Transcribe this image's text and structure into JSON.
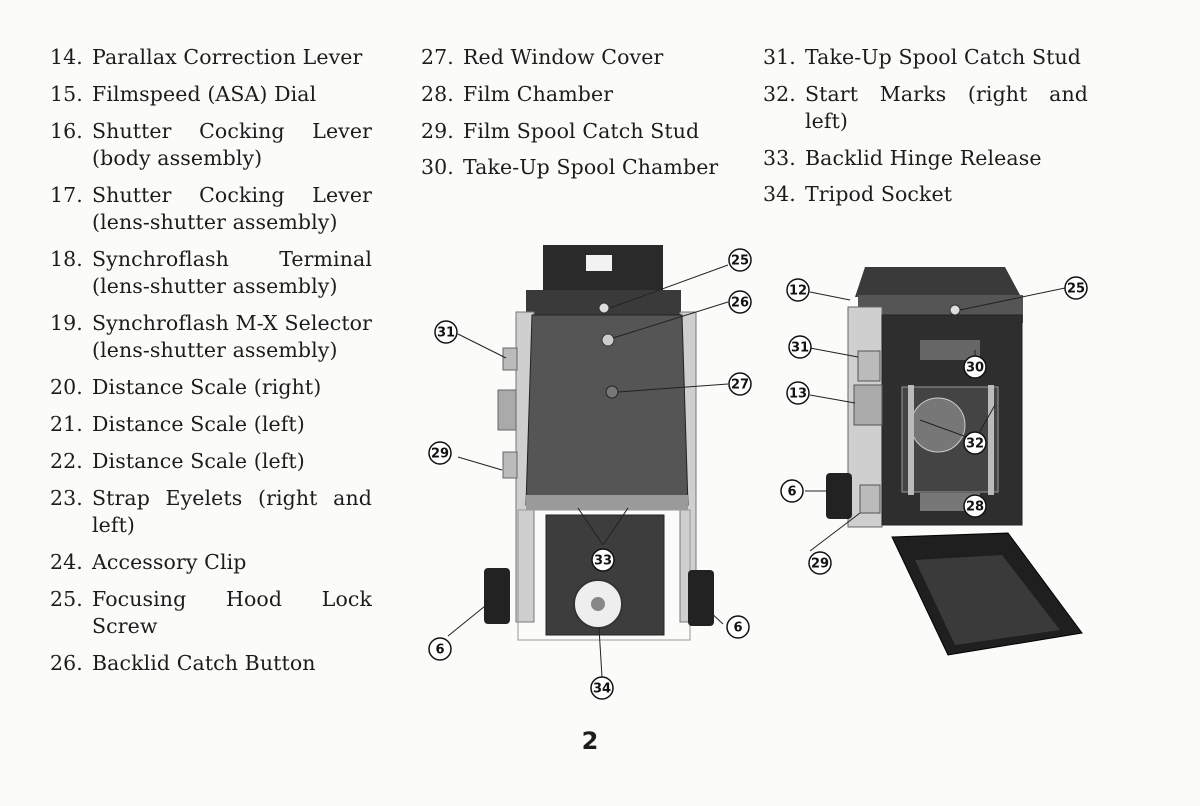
{
  "parts_list": {
    "column1": [
      {
        "num": "14.",
        "text": "Parallax Correction Lever"
      },
      {
        "num": "15.",
        "text": "Filmspeed (ASA) Dial"
      },
      {
        "num": "16.",
        "text": "Shutter Cocking Lever (body assembly)"
      },
      {
        "num": "17.",
        "text": "Shutter Cocking Lever (lens-shutter assembly)"
      },
      {
        "num": "18.",
        "text": "Synchroflash Terminal (lens-shutter assembly)"
      },
      {
        "num": "19.",
        "text": "Synchroflash M-X Selector (lens-shutter assembly)"
      },
      {
        "num": "20.",
        "text": "Distance Scale (right)"
      },
      {
        "num": "21.",
        "text": "Distance Scale (left)"
      },
      {
        "num": "22.",
        "text": "Distance Scale (left)"
      },
      {
        "num": "23.",
        "text": "Strap Eyelets (right and left)"
      },
      {
        "num": "24.",
        "text": "Accessory Clip"
      },
      {
        "num": "25.",
        "text": "Focusing Hood Lock Screw"
      },
      {
        "num": "26.",
        "text": "Backlid Catch Button"
      }
    ],
    "column2": [
      {
        "num": "27.",
        "text": "Red Window Cover"
      },
      {
        "num": "28.",
        "text": "Film Chamber"
      },
      {
        "num": "29.",
        "text": "Film Spool Catch Stud"
      },
      {
        "num": "30.",
        "text": "Take-Up Spool Chamber"
      }
    ],
    "column3": [
      {
        "num": "31.",
        "text": "Take-Up Spool Catch Stud"
      },
      {
        "num": "32.",
        "text": "Start Marks (right and left)"
      },
      {
        "num": "33.",
        "text": "Backlid Hinge Release"
      },
      {
        "num": "34.",
        "text": "Tripod Socket"
      }
    ]
  },
  "figure_back": {
    "callouts": [
      "25",
      "26",
      "31",
      "27",
      "29",
      "33",
      "6",
      "6",
      "34"
    ]
  },
  "figure_open": {
    "callouts": [
      "12",
      "25",
      "31",
      "30",
      "13",
      "32",
      "6",
      "28",
      "29"
    ]
  },
  "page_number": "2"
}
